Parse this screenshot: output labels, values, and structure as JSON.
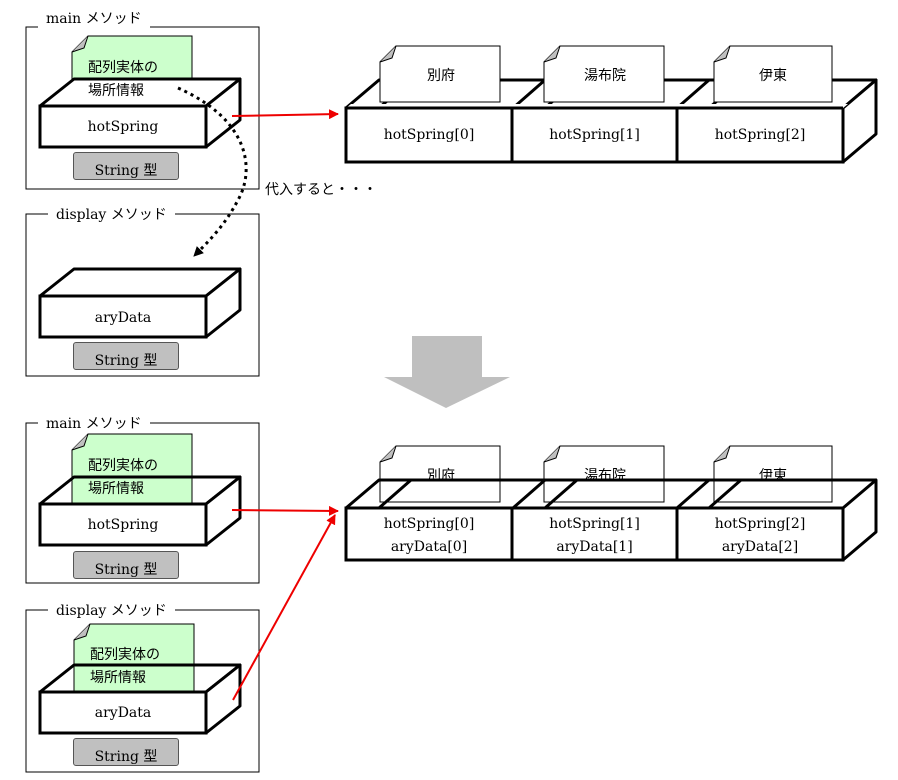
{
  "top": {
    "main": {
      "title": "main メソッド",
      "note": [
        "配列実体の",
        "場所情報"
      ],
      "var_name": "hotSpring",
      "type_label": "String 型"
    },
    "assign_label": "代入すると・・・",
    "display": {
      "title": "display メソッド",
      "var_name": "aryData",
      "type_label": "String 型"
    },
    "array": {
      "elements": [
        "別府",
        "湯布院",
        "伊東"
      ],
      "cells": [
        "hotSpring[0]",
        "hotSpring[1]",
        "hotSpring[2]"
      ]
    }
  },
  "bottom": {
    "main": {
      "title": "main メソッド",
      "note": [
        "配列実体の",
        "場所情報"
      ],
      "var_name": "hotSpring",
      "type_label": "String 型"
    },
    "display": {
      "title": "display メソッド",
      "note": [
        "配列実体の",
        "場所情報"
      ],
      "var_name": "aryData",
      "type_label": "String 型"
    },
    "array": {
      "elements": [
        "別府",
        "湯布院",
        "伊東"
      ],
      "cells": [
        [
          "hotSpring[0]",
          "aryData[0]"
        ],
        [
          "hotSpring[1]",
          "aryData[1]"
        ],
        [
          "hotSpring[2]",
          "aryData[2]"
        ]
      ]
    }
  },
  "colors": {
    "note_fill": "#ccffcc",
    "arrow": "#ee0000",
    "type_pill": "#c0c0c0",
    "down_arrow": "#bfbfbf"
  }
}
